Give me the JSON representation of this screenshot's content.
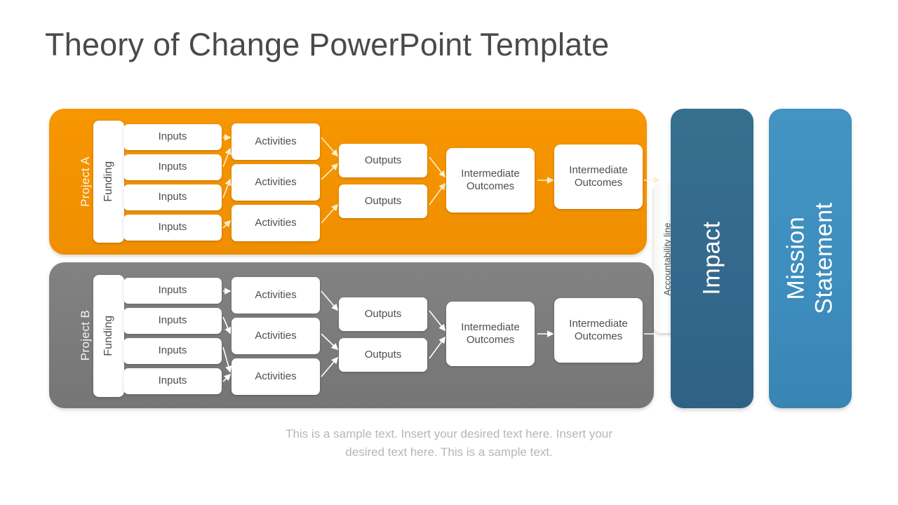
{
  "slide": {
    "title": "Theory of Change PowerPoint Template",
    "caption": "This is a sample text. Insert your desired text here. Insert your desired text here. This is a sample text."
  },
  "colors": {
    "project_a": "#F39200",
    "project_b": "#7B7B7B",
    "impact": "#33688C",
    "mission": "#3D8DBE",
    "card": "#FFFFFF",
    "text_dark": "#4E4E4E",
    "caption": "#B6B6B6"
  },
  "projects": [
    {
      "label": "Project A",
      "funding": "Funding",
      "inputs": [
        "Inputs",
        "Inputs",
        "Inputs",
        "Inputs"
      ],
      "activities": [
        "Activities",
        "Activities",
        "Activities"
      ],
      "outputs": [
        "Outputs",
        "Outputs"
      ],
      "outcomes": [
        "Intermediate Outcomes",
        "Intermediate Outcomes"
      ]
    },
    {
      "label": "Project B",
      "funding": "Funding",
      "inputs": [
        "Inputs",
        "Inputs",
        "Inputs",
        "Inputs"
      ],
      "activities": [
        "Activities",
        "Activities",
        "Activities"
      ],
      "outputs": [
        "Outputs",
        "Outputs"
      ],
      "outcomes": [
        "Intermediate Outcomes",
        "Intermediate Outcomes"
      ]
    }
  ],
  "accountability": {
    "label": "Accountability line"
  },
  "columns": [
    {
      "label": "Impact",
      "name": "impact"
    },
    {
      "label": "Mission\nStatement",
      "name": "mission"
    }
  ]
}
